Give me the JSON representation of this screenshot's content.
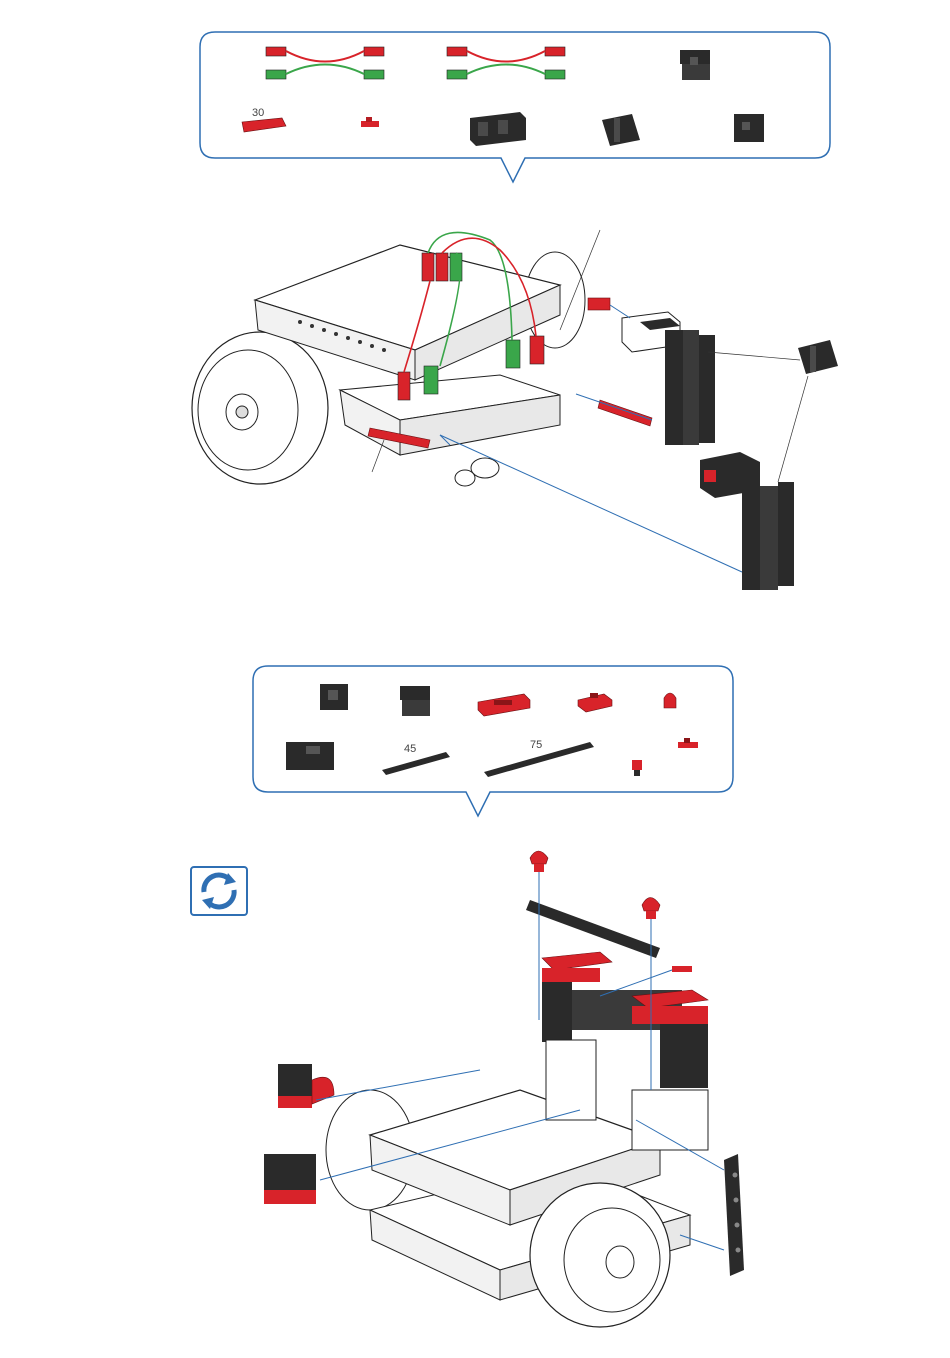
{
  "colors": {
    "bubble_border": "#2f6fb3",
    "part_red": "#d8232a",
    "part_green": "#3aa64a",
    "part_black": "#2a2a2a",
    "guide_line": "#2f6fb3"
  },
  "parts_box_1": {
    "labels": {
      "strut_30": "30"
    }
  },
  "parts_box_2": {
    "labels": {
      "strut_45": "45",
      "strut_75": "75"
    }
  },
  "icons": {
    "rotate": "rotate-arrows-icon"
  }
}
